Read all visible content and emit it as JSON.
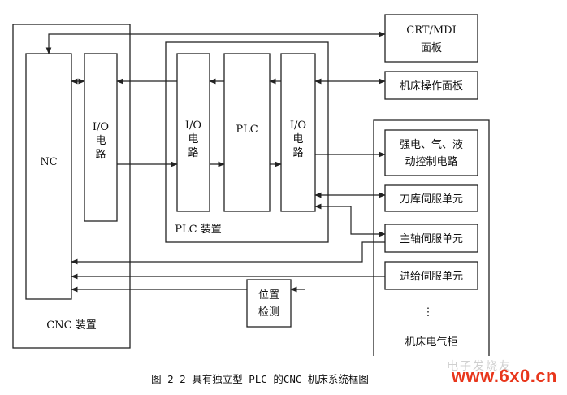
{
  "diagram": {
    "nc_label": "NC",
    "cnc_device_label": "CNC 装置",
    "io_label_lines": [
      "I/O",
      "电",
      "路"
    ],
    "plc_label": "PLC",
    "plc_device_label": "PLC 装置",
    "crt_mdi_lines": [
      "CRT/MDI",
      "面板"
    ],
    "machine_panel_label": "机床操作面板",
    "strong_power_lines": [
      "强电、气、液",
      "动控制电路"
    ],
    "tool_magazine_label": "刀库伺服单元",
    "spindle_label": "主轴伺服单元",
    "feed_label": "进给伺服单元",
    "ellipsis": "⋮",
    "cabinet_label": "机床电气柜",
    "position_detect_lines": [
      "位置",
      "检测"
    ]
  },
  "caption": "图 2-2  具有独立型 PLC 的CNC 机床系统框图",
  "watermark": {
    "faint_text": "电子发烧友",
    "site_text": "www.6x0.cn"
  },
  "colors": {
    "line": "#222222",
    "watermark": "#e8361b"
  }
}
